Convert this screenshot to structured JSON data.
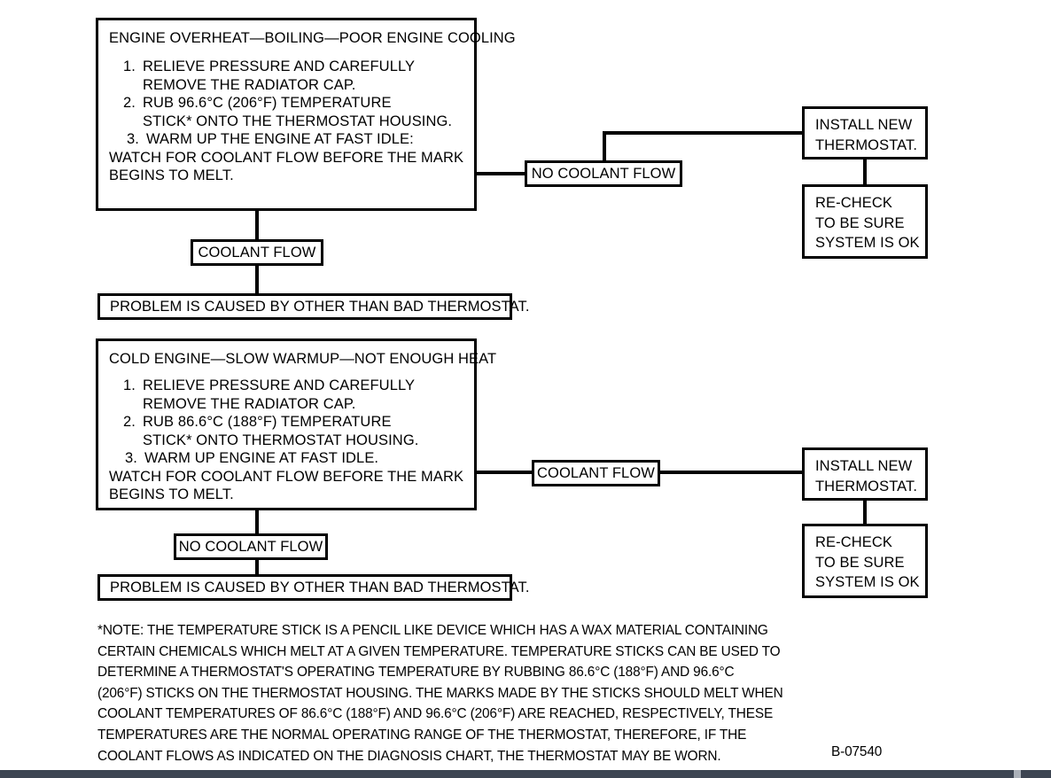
{
  "figure": {
    "reference_code": "B-07540",
    "ink_color": "#000000",
    "background_color": "#ffffff",
    "bottom_bar_color": "#3d4552"
  },
  "section_overheat": {
    "panel": {
      "title": "ENGINE OVERHEAT—BOILING—POOR ENGINE COOLING",
      "steps": [
        {
          "num": "1.",
          "line1": "RELIEVE PRESSURE AND CAREFULLY",
          "line2": "REMOVE THE RADIATOR CAP."
        },
        {
          "num": "2.",
          "line1": "RUB 96.6°C (206°F) TEMPERATURE",
          "line2": "STICK* ONTO THE THERMOSTAT HOUSING."
        },
        {
          "num": "3.",
          "line1": "WARM UP THE ENGINE AT FAST IDLE:",
          "line2": ""
        }
      ],
      "tail": [
        "WATCH FOR COOLANT FLOW BEFORE THE MARK",
        "BEGINS TO MELT."
      ]
    },
    "branch_no_flow": "NO COOLANT FLOW",
    "branch_flow": "COOLANT FLOW",
    "result": "PROBLEM IS CAUSED BY OTHER THAN BAD THERMOSTAT.",
    "action": {
      "line1": "INSTALL NEW",
      "line2": "THERMOSTAT."
    },
    "verify": {
      "line1": "RE-CHECK",
      "line2": "TO BE SURE",
      "line3": "SYSTEM IS OK"
    }
  },
  "section_cold": {
    "panel": {
      "title": "COLD ENGINE—SLOW WARMUP—NOT ENOUGH HEAT",
      "steps": [
        {
          "num": "1.",
          "line1": "RELIEVE PRESSURE AND CAREFULLY",
          "line2": "REMOVE THE RADIATOR CAP."
        },
        {
          "num": "2.",
          "line1": "RUB 86.6°C (188°F) TEMPERATURE",
          "line2": "STICK* ONTO THERMOSTAT HOUSING."
        },
        {
          "num": "3.",
          "line1": "WARM UP ENGINE AT FAST IDLE.",
          "line2": ""
        }
      ],
      "tail": [
        "WATCH FOR COOLANT FLOW BEFORE THE MARK",
        "BEGINS TO MELT."
      ]
    },
    "branch_flow": "COOLANT FLOW",
    "branch_no_flow": "NO COOLANT FLOW",
    "result": "PROBLEM IS CAUSED BY OTHER THAN BAD THERMOSTAT.",
    "action": {
      "line1": "INSTALL NEW",
      "line2": "THERMOSTAT."
    },
    "verify": {
      "line1": "RE-CHECK",
      "line2": "TO BE SURE",
      "line3": "SYSTEM IS OK"
    }
  },
  "note": {
    "lines": [
      "*NOTE: THE TEMPERATURE STICK IS A PENCIL LIKE DEVICE WHICH HAS A WAX MATERIAL CONTAINING",
      "CERTAIN CHEMICALS WHICH MELT AT A GIVEN TEMPERATURE. TEMPERATURE STICKS CAN BE USED TO",
      "DETERMINE A THERMOSTAT'S OPERATING TEMPERATURE BY RUBBING 86.6°C (188°F) AND 96.6°C",
      "(206°F) STICKS ON THE THERMOSTAT HOUSING. THE MARKS MADE BY THE STICKS SHOULD MELT WHEN",
      "COOLANT TEMPERATURES OF 86.6°C (188°F) AND 96.6°C (206°F) ARE REACHED, RESPECTIVELY, THESE",
      "TEMPERATURES ARE THE NORMAL OPERATING RANGE OF THE THERMOSTAT, THEREFORE, IF THE",
      "COOLANT FLOWS AS INDICATED ON THE DIAGNOSIS CHART, THE THERMOSTAT MAY BE WORN."
    ]
  }
}
